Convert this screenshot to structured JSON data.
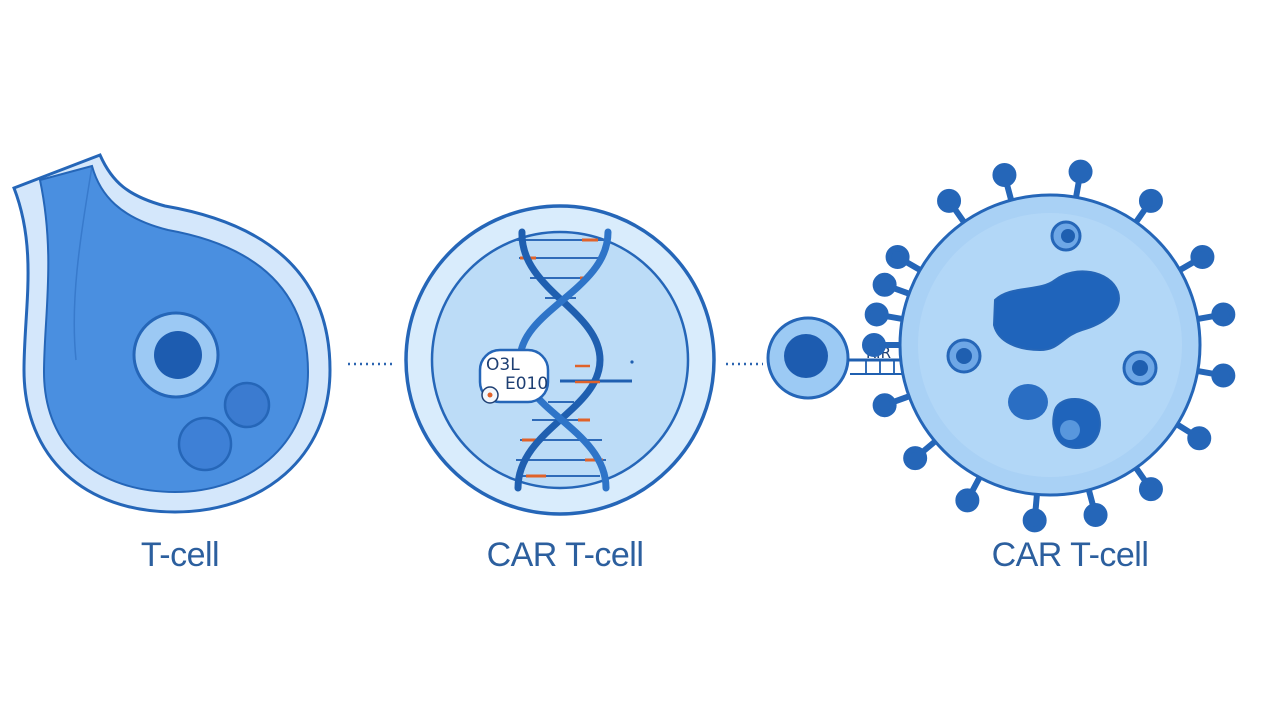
{
  "captions": {
    "cell_1": "T-cell",
    "cell_2": "CAR T-cell",
    "cell_3": "CAR T-cell"
  },
  "dna_tag": {
    "line_1": "O3L",
    "line_2": "E010"
  },
  "receptor_tag": "R.R",
  "colors": {
    "cell_fill": "#4a90e2",
    "cell_outline": "#1f5fb0",
    "light_fill": "#cfe6fb",
    "dna_accent": "#e0622a",
    "caption": "#2c5f9e"
  },
  "icons": [
    "t-cell-icon",
    "dna-helix-icon",
    "tumor-cell-icon",
    "receptor-icon"
  ]
}
